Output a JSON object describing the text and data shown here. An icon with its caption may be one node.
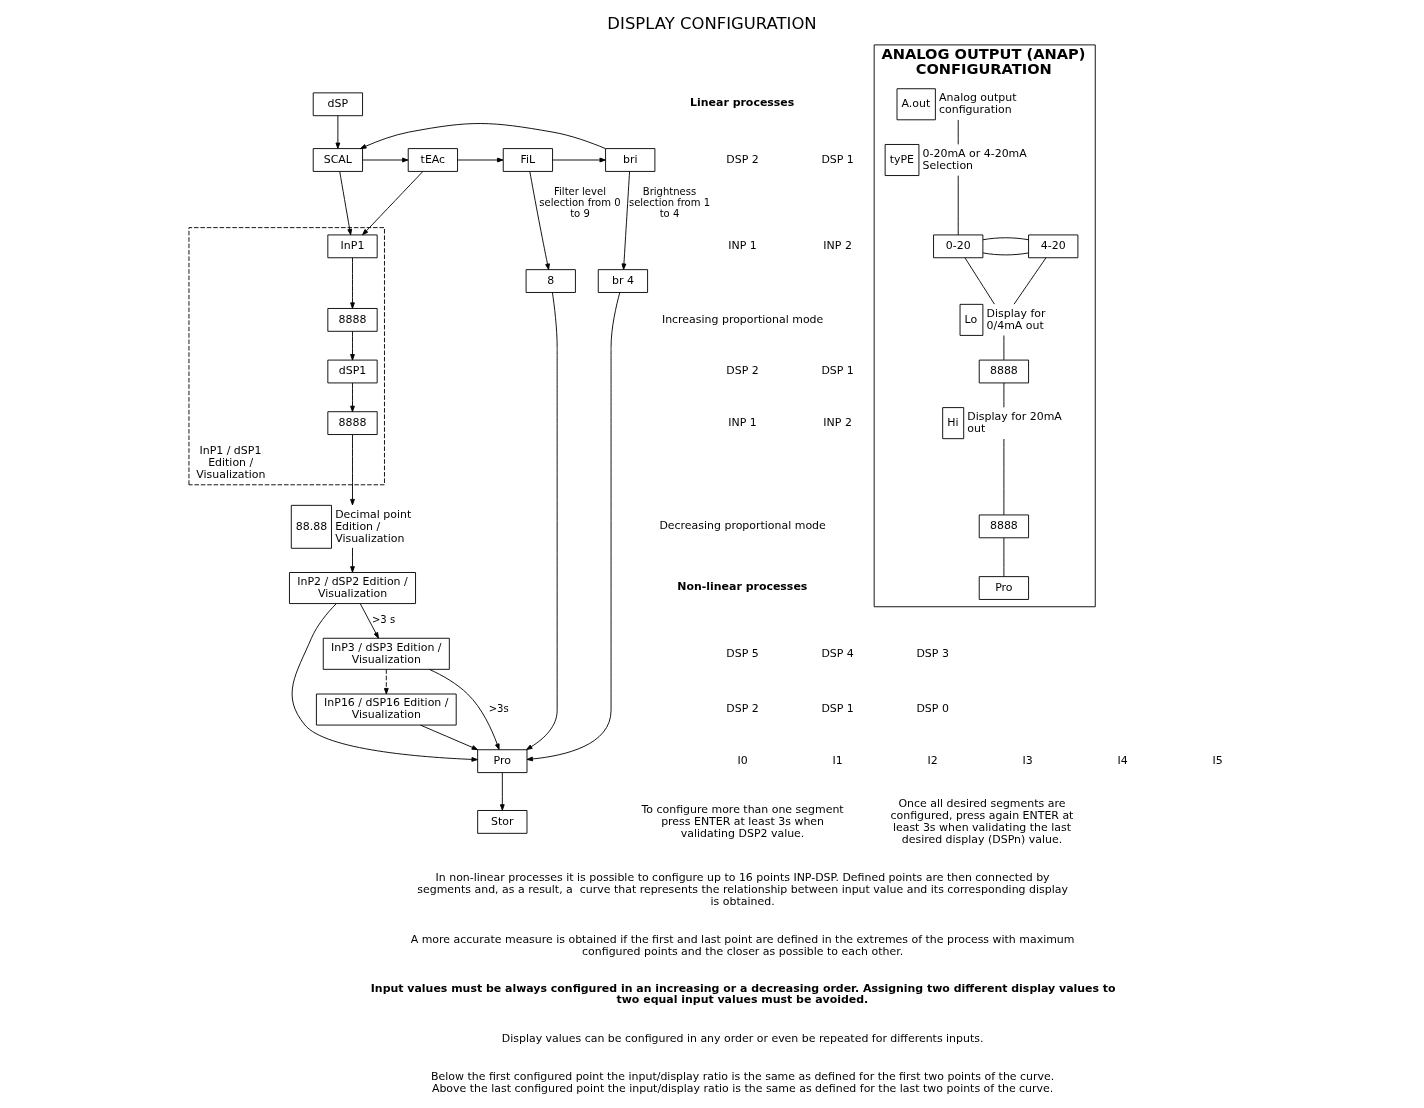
{
  "diagram": {
    "title": "DISPLAY CONFIGURATION",
    "nodes": [
      {
        "text": [
          "dSP"
        ]
      },
      {
        "text": [
          "SCAL"
        ]
      },
      {
        "text": [
          "tEAc"
        ]
      },
      {
        "text": [
          "FiL"
        ]
      },
      {
        "text": [
          "bri"
        ]
      },
      {
        "text": [
          "InP1 / dSP1 Edition / Visualization"
        ]
      },
      {
        "text": [
          "InP1"
        ],
        "in": 5
      },
      {
        "text": [
          "8888"
        ],
        "in": 5
      },
      {
        "text": [
          "dSP1"
        ],
        "in": 5
      },
      {
        "text": [
          "8888"
        ],
        "in": 5
      },
      {
        "text": [
          "88.88"
        ],
        "beside": [
          "Decimal point Edition / Visualization"
        ]
      },
      {
        "text": [
          "InP2 / dSP2 Edition / Visualization"
        ]
      },
      {
        "text": [
          "InP3 / dSP3 Edition / Visualization"
        ]
      },
      {
        "text": [
          "InP16 / dSP16 Edition / Visualization"
        ]
      },
      {
        "text": [
          "8"
        ]
      },
      {
        "text": [
          "br 4"
        ]
      },
      {
        "text": [
          "Pro"
        ]
      },
      {
        "text": [
          "Stor"
        ]
      },
      {
        "text": [
          "ANALOG OUTPUT (ANAP) CONFIGURATION"
        ]
      },
      {
        "text": [
          "A.out"
        ],
        "in": 18,
        "beside": [
          "Analog output configuration"
        ]
      },
      {
        "text": [
          "tyPE"
        ],
        "in": 18,
        "beside": [
          "0-20mA or 4-20mA Selection"
        ]
      },
      {
        "text": [
          "0-20"
        ],
        "in": 18
      },
      {
        "text": [
          "4-20"
        ],
        "in": 18
      },
      {
        "text": [
          "Lo"
        ],
        "in": 18,
        "beside": [
          "Display for 0/4mA out"
        ]
      },
      {
        "text": [
          "8888"
        ],
        "in": 18
      },
      {
        "text": [
          "Hi"
        ],
        "in": 18,
        "beside": [
          "Display for 20mA out"
        ]
      },
      {
        "text": [
          "8888"
        ],
        "in": 18
      },
      {
        "text": [
          "Pro"
        ],
        "in": 18
      }
    ],
    "edges": [
      {
        "from": 0,
        "to": 1,
        "arrow": "to"
      },
      {
        "from": 1,
        "to": 2,
        "arrow": "to"
      },
      {
        "from": 2,
        "to": 3,
        "arrow": "to"
      },
      {
        "from": 3,
        "to": 4,
        "arrow": "to"
      },
      {
        "from": 4,
        "to": 1,
        "arrow": "to"
      },
      {
        "from": 1,
        "to": 6,
        "arrow": "to"
      },
      {
        "from": 2,
        "to": 6,
        "arrow": "to"
      },
      {
        "from": 3,
        "to": 14,
        "arrow": "to",
        "label": "Filter level selection from 0 to 9"
      },
      {
        "from": 4,
        "to": 15,
        "arrow": "to",
        "label": "Brightness selection from 1 to 4"
      },
      {
        "from": 6,
        "to": 7,
        "arrow": "to"
      },
      {
        "from": 7,
        "to": 8,
        "arrow": "to"
      },
      {
        "from": 8,
        "to": 9,
        "arrow": "to"
      },
      {
        "from": 9,
        "to": 10,
        "arrow": "to"
      },
      {
        "from": 10,
        "to": 11,
        "arrow": "to"
      },
      {
        "from": 11,
        "to": 12,
        "arrow": "to",
        "label": ">3 s"
      },
      {
        "from": 12,
        "to": 13,
        "arrow": "to",
        "style": "dashed"
      },
      {
        "from": 11,
        "to": 16,
        "arrow": "to"
      },
      {
        "from": 12,
        "to": 16,
        "arrow": "to",
        "label": ">3s"
      },
      {
        "from": 13,
        "to": 16,
        "arrow": "to"
      },
      {
        "from": 14,
        "to": 16,
        "arrow": "to"
      },
      {
        "from": 15,
        "to": 16,
        "arrow": "to"
      },
      {
        "from": 16,
        "to": 17,
        "arrow": "to"
      },
      {
        "from": 19,
        "to": 20,
        "arrow": "none"
      },
      {
        "from": 20,
        "to": 21,
        "arrow": "none"
      },
      {
        "from": 21,
        "to": 22,
        "arrow": "none"
      },
      {
        "from": 22,
        "to": 21,
        "arrow": "none"
      },
      {
        "from": 21,
        "to": 23,
        "arrow": "none"
      },
      {
        "from": 22,
        "to": 23,
        "arrow": "none"
      },
      {
        "from": 23,
        "to": 24,
        "arrow": "none"
      },
      {
        "from": 24,
        "to": 25,
        "arrow": "none"
      },
      {
        "from": 25,
        "to": 26,
        "arrow": "none"
      },
      {
        "from": 26,
        "to": 27,
        "arrow": "none"
      }
    ],
    "labels": [
      "Linear processes",
      "DSP 2",
      "DSP 1",
      "INP 1",
      "INP 2",
      "Increasing proportional mode",
      "DSP 2",
      "DSP 1",
      "INP 1",
      "INP 2",
      "Decreasing proportional mode",
      "Non-linear processes",
      "DSP 5",
      "DSP 4",
      "DSP 3",
      "DSP 2",
      "DSP 1",
      "DSP 0",
      "I0",
      "I1",
      "I2",
      "I3",
      "I4",
      "I5",
      "To configure more than one segment press ENTER at least 3s when validating DSP2 value.",
      "Once all desired segments are configured, press again ENTER at least 3s when validating the last desired display (DSPn) value.",
      "In non-linear processes it is possible to configure up to 16 points INP-DSP. Defined points are then connected by segments and, as a result, a  curve that represents the relationship between input value and its corresponding display is obtained.",
      "A more accurate measure is obtained if the first and last point are defined in the extremes of the process with maximum configured points and the closer as possible to each other.",
      "Input values must be always configured in an increasing or a decreasing order. Assigning two different display values to two equal input values must be avoided.",
      "Display values can be configured in any order or even be repeated for differents inputs.",
      "Below the first configured point the input/display ratio is the same as defined for the first two points of the curve. Above the last configured point the input/display ratio is the same as defined for the last two points of the curve."
    ]
  }
}
